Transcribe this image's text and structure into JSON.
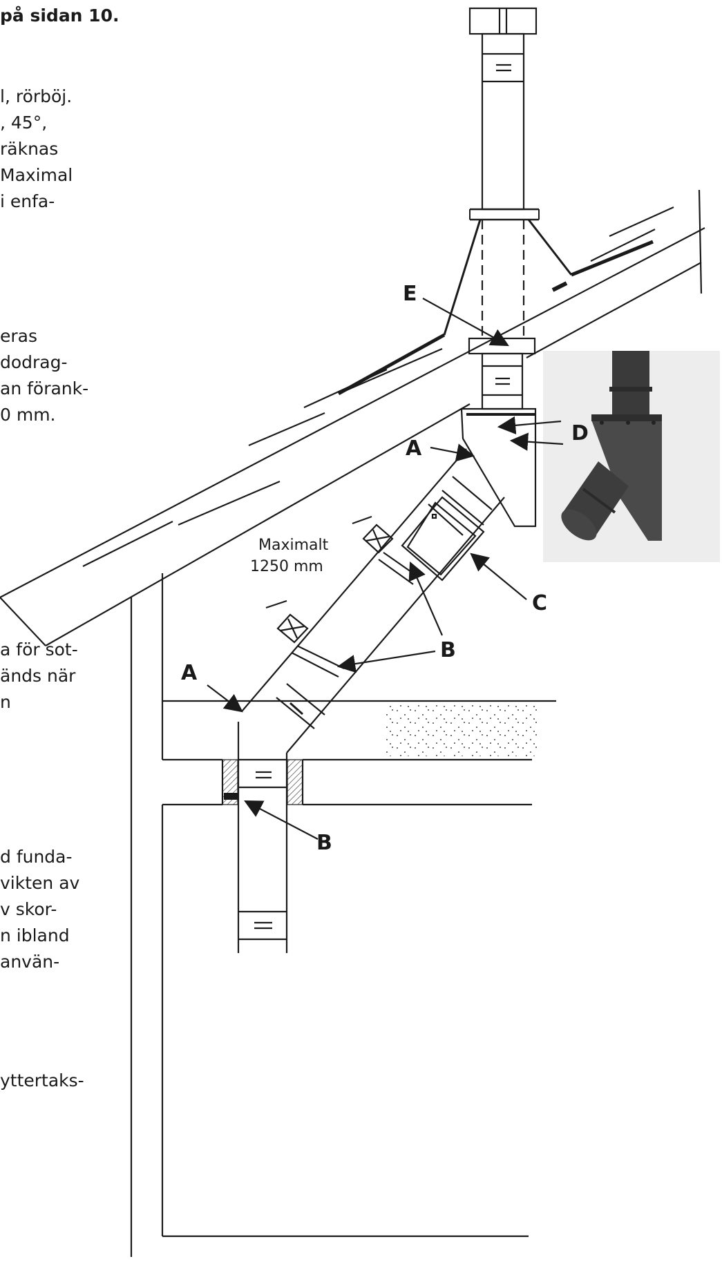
{
  "text_fragments": [
    "på sidan 10.",
    "l, rörböj.",
    ", 45°,",
    "räknas",
    "Maximal",
    "i enfa-",
    "eras",
    "dodrag-",
    "an förank-",
    "0 mm.",
    "a för sot-",
    "änds när",
    "n",
    "d funda-",
    "vikten av",
    "v skor-",
    "n ibland",
    "använ-",
    "yttertaks-"
  ],
  "callouts": {
    "e": "E",
    "d": "D",
    "a_upper": "A",
    "a_lower": "A",
    "b_upper": "B",
    "b_middle": "B",
    "b_lower": "B",
    "c": "C"
  },
  "dimension": {
    "line1": "Maximalt",
    "line2": "1250 mm"
  },
  "photo": {
    "subject": "chimney-support-bracket-photo",
    "color_pipe": "#3a3a3a",
    "color_background": "#ededed"
  }
}
